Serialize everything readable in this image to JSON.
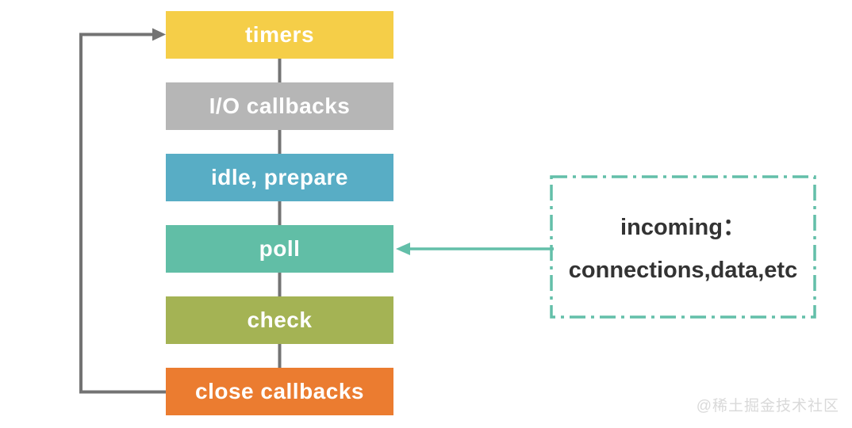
{
  "diagram": {
    "phases": [
      {
        "label": "timers",
        "color": "#F5CE48"
      },
      {
        "label": "I/O callbacks",
        "color": "#B6B6B6"
      },
      {
        "label": "idle, prepare",
        "color": "#58ADC5"
      },
      {
        "label": "poll",
        "color": "#61BEA6"
      },
      {
        "label": "check",
        "color": "#A4B354"
      },
      {
        "label": "close callbacks",
        "color": "#EB7C30"
      }
    ],
    "incoming": {
      "line1": "incoming：",
      "line2": "connections,data,etc",
      "text_color": "#333333"
    },
    "colors": {
      "line": "#737373",
      "teal": "#63BFA9",
      "label_text": "#FFFFFF"
    },
    "watermark": "@稀土掘金技术社区"
  }
}
